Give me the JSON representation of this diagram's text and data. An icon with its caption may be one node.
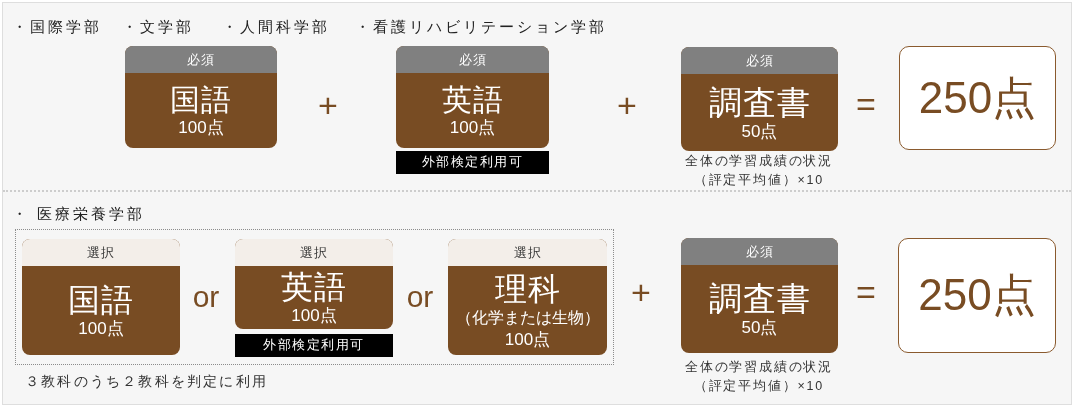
{
  "diagram": {
    "nodes": [
      {
        "text": [
          "必須",
          "国語",
          "100点"
        ]
      },
      {
        "text": [
          "必須",
          "英語",
          "100点"
        ]
      },
      {
        "text": [
          "外部検定利用可"
        ]
      },
      {
        "text": [
          "必須",
          "調査書",
          "50点"
        ],
        "beside": [
          "全体の学習成績の状況（評定平均値）×10"
        ]
      },
      {
        "text": [
          "250点"
        ]
      },
      {
        "text": [],
        "shape": "box",
        "beside": [
          "３教科のうち２教科を判定に利用"
        ]
      },
      {
        "text": [
          "選択",
          "国語",
          "100点"
        ],
        "in": 5
      },
      {
        "text": [
          "選択",
          "英語",
          "100点"
        ],
        "in": 5
      },
      {
        "text": [
          "外部検定利用可"
        ],
        "in": 5
      },
      {
        "text": [
          "選択",
          "理科",
          "（化学または生物）",
          "100点"
        ],
        "in": 5
      },
      {
        "text": [
          "必須",
          "調査書",
          "50点"
        ],
        "beside": [
          "全体の学習成績の状況（評定平均値）×10"
        ]
      },
      {
        "text": [
          "250点"
        ]
      }
    ],
    "labels": [
      "・国際学部",
      "・文学部",
      "・人間科学部",
      "・看護リハビリテーション学部",
      "+",
      "+",
      "=",
      "・ 医療栄養学部",
      "or",
      "or",
      "+",
      "="
    ]
  }
}
